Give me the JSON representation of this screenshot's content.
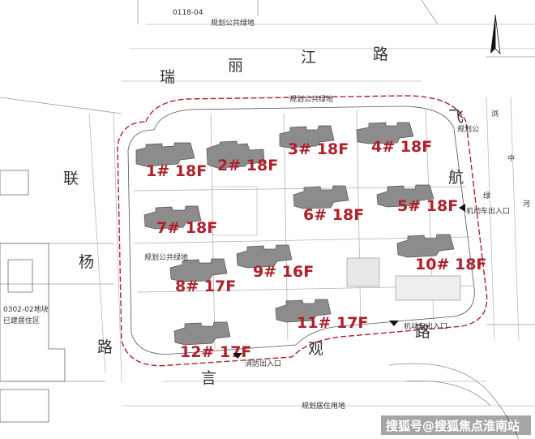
{
  "buildings": [
    {
      "label": "1# 18F"
    },
    {
      "label": "2# 18F"
    },
    {
      "label": "3# 18F"
    },
    {
      "label": "4# 18F"
    },
    {
      "label": "5# 18F"
    },
    {
      "label": "6# 18F"
    },
    {
      "label": "7# 18F"
    },
    {
      "label": "8# 17F"
    },
    {
      "label": "9# 16F"
    },
    {
      "label": "10# 18F"
    },
    {
      "label": "11# 17F"
    },
    {
      "label": "12# 17F"
    }
  ],
  "roads": {
    "north": [
      "瑞",
      "丽",
      "江",
      "路"
    ],
    "east": [
      "飞",
      "航",
      "路"
    ],
    "west": [
      "联",
      "杨",
      "路"
    ],
    "south": [
      "言",
      "观"
    ]
  },
  "annotations": {
    "parcel_top": "0118-04",
    "green_top": "规划公共绿地",
    "green_north": "规划公共绿地",
    "green_east_1": "规划公",
    "green_east_2": "绿",
    "green_west": "规划公共绿地",
    "parcel_left": "0302-02地块",
    "built_residential": "已建居住区",
    "vehicle_entry_east": "机动车出入口",
    "vehicle_entry_south": "机动车出入口",
    "fire_entry": "消防出入口",
    "planned_residential": "规划居住用地",
    "river_1": "浏",
    "river_2": "中",
    "river_3": "河"
  },
  "watermark": "搜狐号@搜狐焦点淮南站",
  "colors": {
    "boundary": "#b0202a",
    "building_label": "#b0202a",
    "building_fill": "#8c8c8c"
  }
}
